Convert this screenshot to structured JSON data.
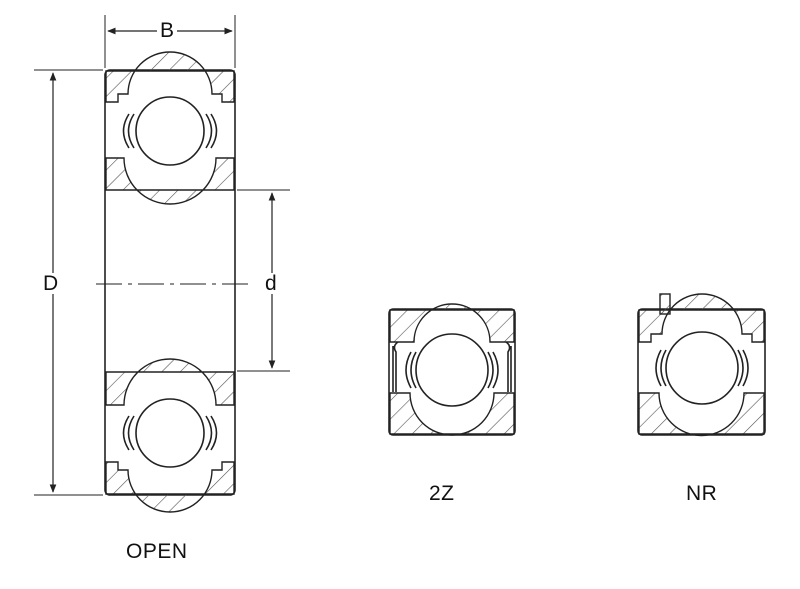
{
  "dimensions": {
    "B": "B",
    "D": "D",
    "d": "d"
  },
  "variants": {
    "open": "OPEN",
    "shielded": "2Z",
    "snap_ring": "NR"
  },
  "colors": {
    "line": "#222222",
    "hatch": "#555555",
    "background": "#ffffff"
  }
}
